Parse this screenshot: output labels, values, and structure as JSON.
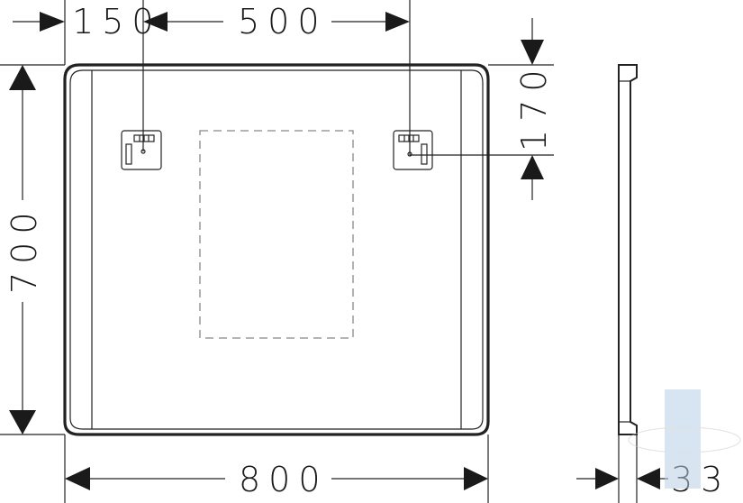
{
  "dimensions": {
    "left_offset": "150",
    "bracket_spacing": "500",
    "top_offset": "170",
    "height": "700",
    "width": "800",
    "depth": "33"
  },
  "colors": {
    "line": "#222222",
    "dashed": "#888888",
    "watermark": "#b8cfe6"
  }
}
